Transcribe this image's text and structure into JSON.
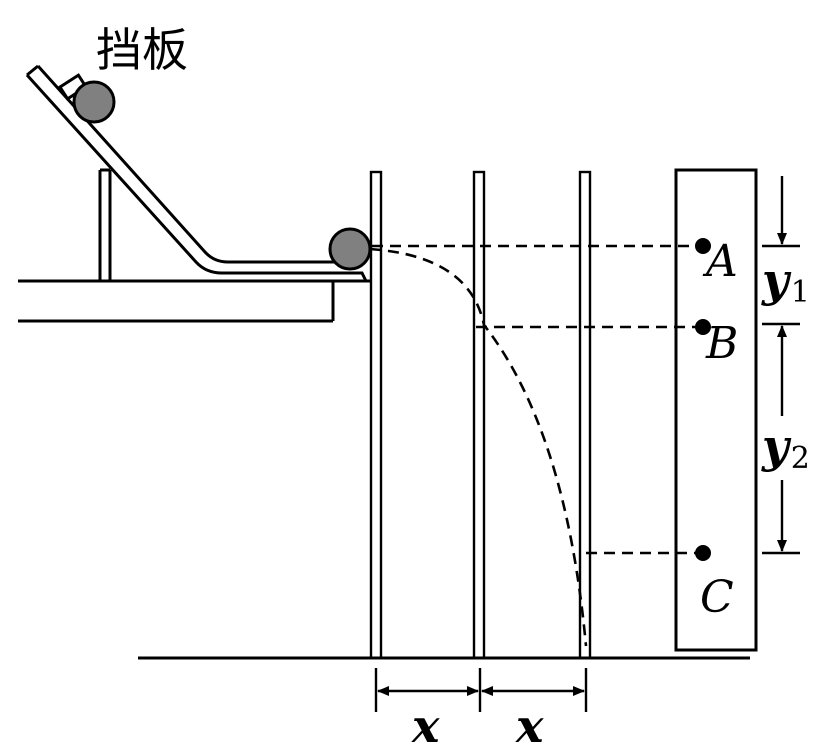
{
  "labels": {
    "baffle": "挡板",
    "point_a": "A",
    "point_b": "B",
    "point_c": "C",
    "y1_var": "y",
    "y1_sub": "1",
    "y2_var": "y",
    "y2_sub": "2",
    "x_left": "x",
    "x_right": "x"
  },
  "colors": {
    "ball": "#808080",
    "ink": "#000000",
    "background": "#ffffff"
  }
}
